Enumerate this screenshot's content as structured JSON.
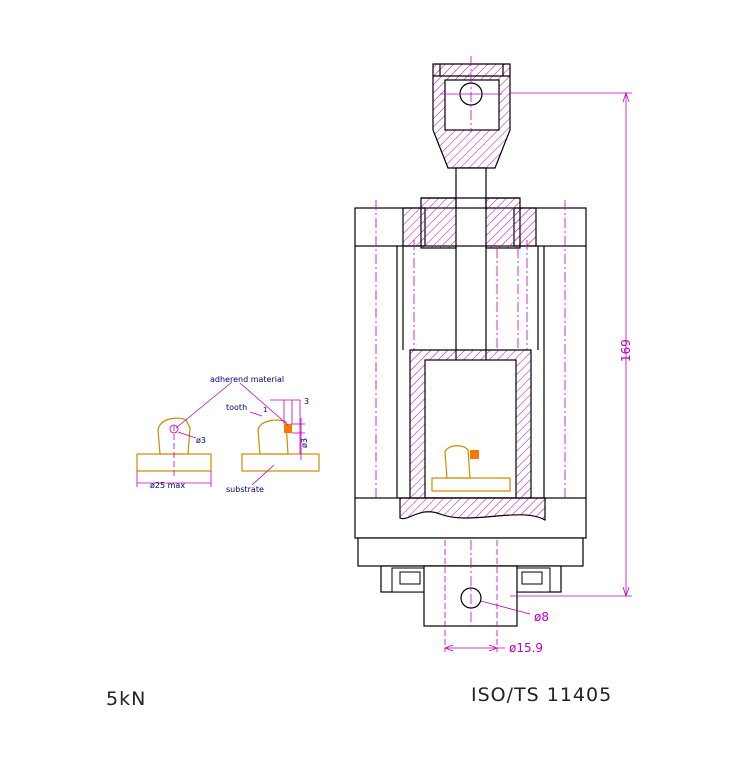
{
  "labels": {
    "load": "5kN",
    "standard": "ISO/TS 11405",
    "height_dim": "169",
    "pin_dia": "ø8",
    "base_dia": "ø15.9",
    "adherend": "adherend material",
    "tooth": "tooth",
    "substrate": "substrate",
    "dim_3_top": "3",
    "dim_phi3_side": "ø3",
    "dim_phi3_left": "ø3",
    "dim_25max": "ø25 max",
    "dim_1": "1"
  },
  "colors": {
    "outline": "#000000",
    "dimension": "#c000c0",
    "hatch": "#c000c0",
    "centerline": "#c000c0",
    "tooth": "#d08a00",
    "adherend_fill": "#ff7700",
    "annotation": "#000080"
  }
}
